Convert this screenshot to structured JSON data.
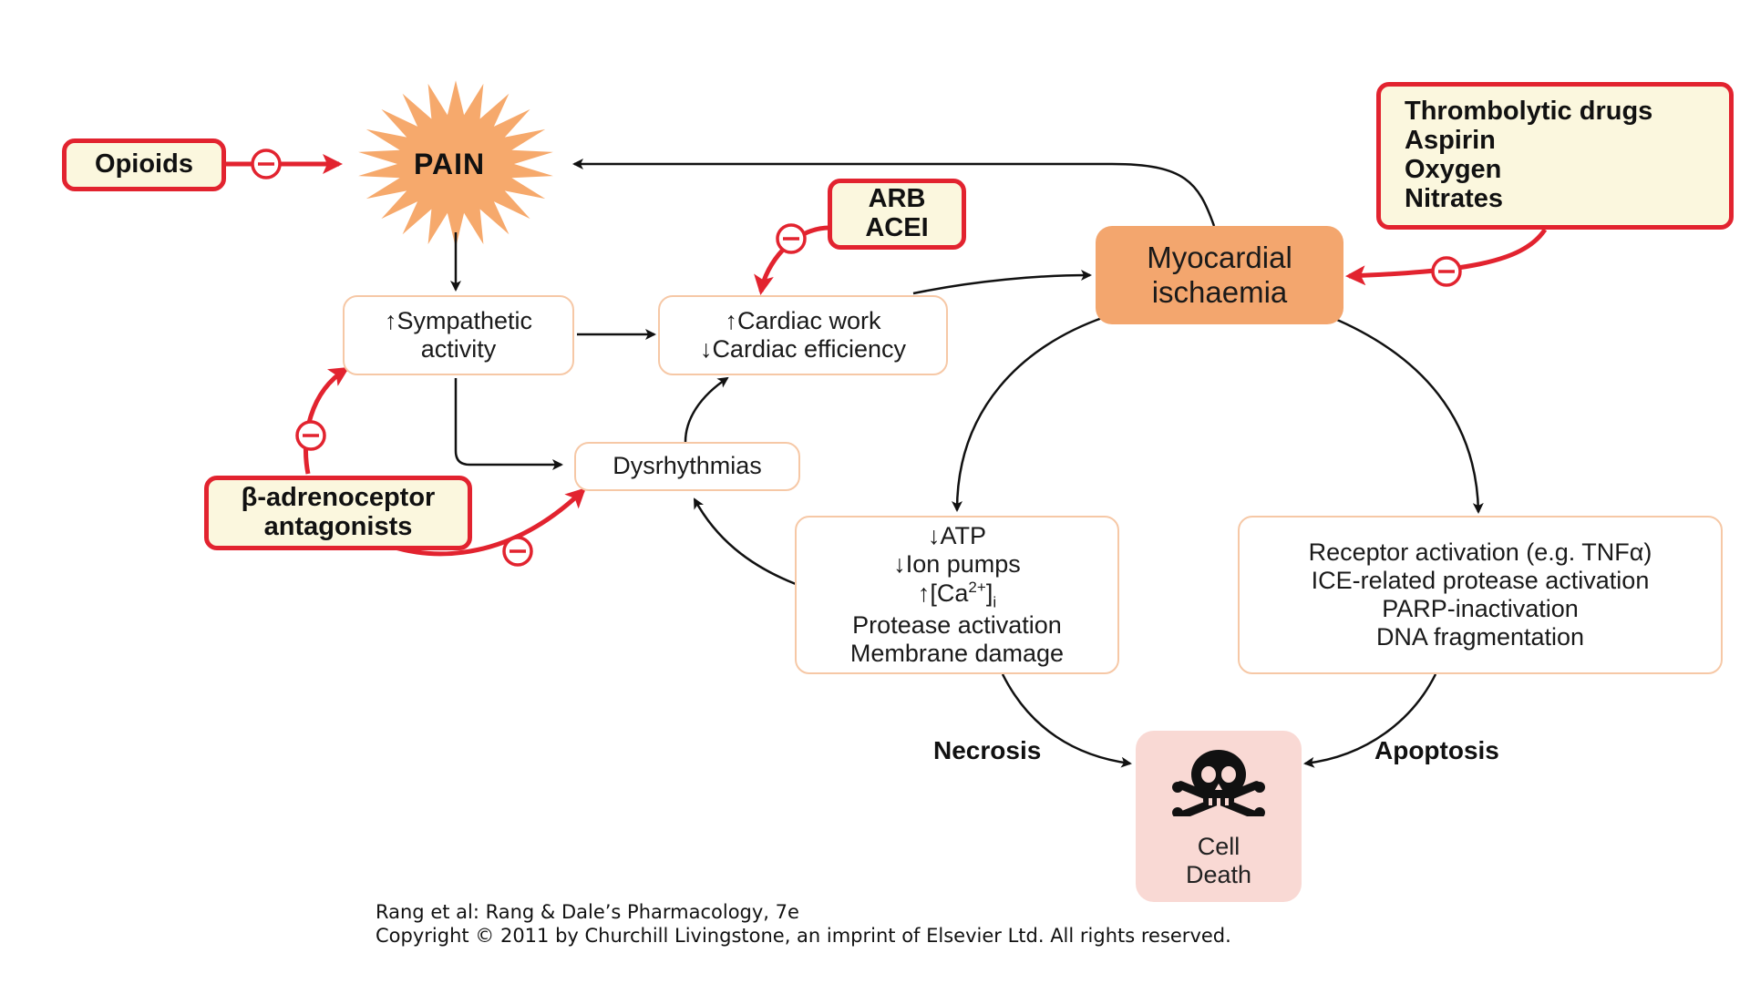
{
  "pain": {
    "label": "PAIN"
  },
  "opioids": {
    "label": "Opioids"
  },
  "thrombolytic_box": {
    "lines": [
      "Thrombolytic drugs",
      "Aspirin",
      "Oxygen",
      "Nitrates"
    ]
  },
  "arb_box": {
    "lines": [
      "ARB",
      "ACEI"
    ]
  },
  "beta_box": {
    "lines": [
      "β-adrenoceptor",
      "antagonists"
    ]
  },
  "sympathetic_box": {
    "arrow": "↑",
    "line1": "Sympathetic",
    "line2": "activity"
  },
  "cardiac_box": {
    "line1_arrow": "↑",
    "line1": "Cardiac work",
    "line2_arrow": "↓",
    "line2": "Cardiac efficiency"
  },
  "dysrhythmias_box": {
    "label": "Dysrhythmias"
  },
  "ischaemia_box": {
    "lines": [
      "Myocardial",
      "ischaemia"
    ]
  },
  "necrosis_box": {
    "atp_arrow": "↓",
    "atp": "ATP",
    "ion_arrow": "↓",
    "ion": "Ion pumps",
    "ca_arrow": "↑",
    "ca_prefix": "[Ca",
    "ca_sup": "2+",
    "ca_close": "]",
    "ca_sub": "i",
    "protease": "Protease activation",
    "membrane": "Membrane damage"
  },
  "apoptosis_box": {
    "lines": [
      "Receptor activation (e.g. TNFα)",
      "ICE-related protease activation",
      "PARP-inactivation",
      "DNA fragmentation"
    ]
  },
  "necrosis_label": "Necrosis",
  "apoptosis_label": "Apoptosis",
  "cell_death": {
    "lines": [
      "Cell",
      "Death"
    ],
    "icon": "skull-crossbones-icon"
  },
  "inhibition_symbol": "⊖",
  "citation": {
    "line1": "Rang et al: Rang & Dale’s Pharmacology, 7e",
    "line2": "Copyright © 2011 by Churchill Livingstone, an imprint of Elsevier Ltd. All rights reserved."
  },
  "colors": {
    "drug_border": "#e2232f",
    "drug_fill": "#fbf7de",
    "pain_burst": "#f6a96c",
    "ischaemia_fill": "#f3a66e",
    "cell_death_fill": "#f9d9d4",
    "box_border": "#f6c8a6"
  }
}
